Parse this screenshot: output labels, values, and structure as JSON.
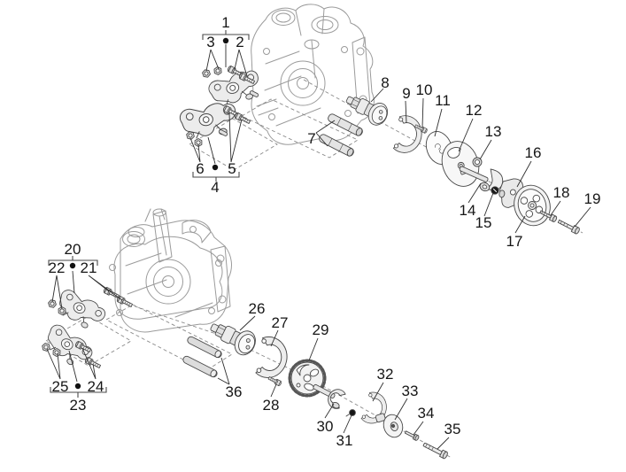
{
  "diagram": {
    "background": "#ffffff",
    "part_line_color": "#474747",
    "head_line_color": "#9b9b9b",
    "label_color": "#161616",
    "callouts": [
      {
        "label": "1"
      },
      {
        "label": "2"
      },
      {
        "label": "3"
      },
      {
        "label": "4"
      },
      {
        "label": "5"
      },
      {
        "label": "6"
      },
      {
        "label": "7"
      },
      {
        "label": "8"
      },
      {
        "label": "9"
      },
      {
        "label": "10"
      },
      {
        "label": "11"
      },
      {
        "label": "12"
      },
      {
        "label": "13"
      },
      {
        "label": "14"
      },
      {
        "label": "15"
      },
      {
        "label": "16"
      },
      {
        "label": "17"
      },
      {
        "label": "18"
      },
      {
        "label": "19"
      },
      {
        "label": "20"
      },
      {
        "label": "21"
      },
      {
        "label": "22"
      },
      {
        "label": "23"
      },
      {
        "label": "24"
      },
      {
        "label": "25"
      },
      {
        "label": "26"
      },
      {
        "label": "27"
      },
      {
        "label": "28"
      },
      {
        "label": "29"
      },
      {
        "label": "30"
      },
      {
        "label": "31"
      },
      {
        "label": "32"
      },
      {
        "label": "33"
      },
      {
        "label": "34"
      },
      {
        "label": "35"
      },
      {
        "label": "36"
      }
    ],
    "groups": [
      {
        "assembly_label": "1",
        "pair": [
          "3",
          "2"
        ]
      },
      {
        "assembly_label": "4",
        "pair": [
          "6",
          "5"
        ]
      },
      {
        "assembly_label": "20",
        "pair": [
          "22",
          "21"
        ]
      },
      {
        "assembly_label": "23",
        "pair": [
          "25",
          "24"
        ]
      }
    ]
  }
}
